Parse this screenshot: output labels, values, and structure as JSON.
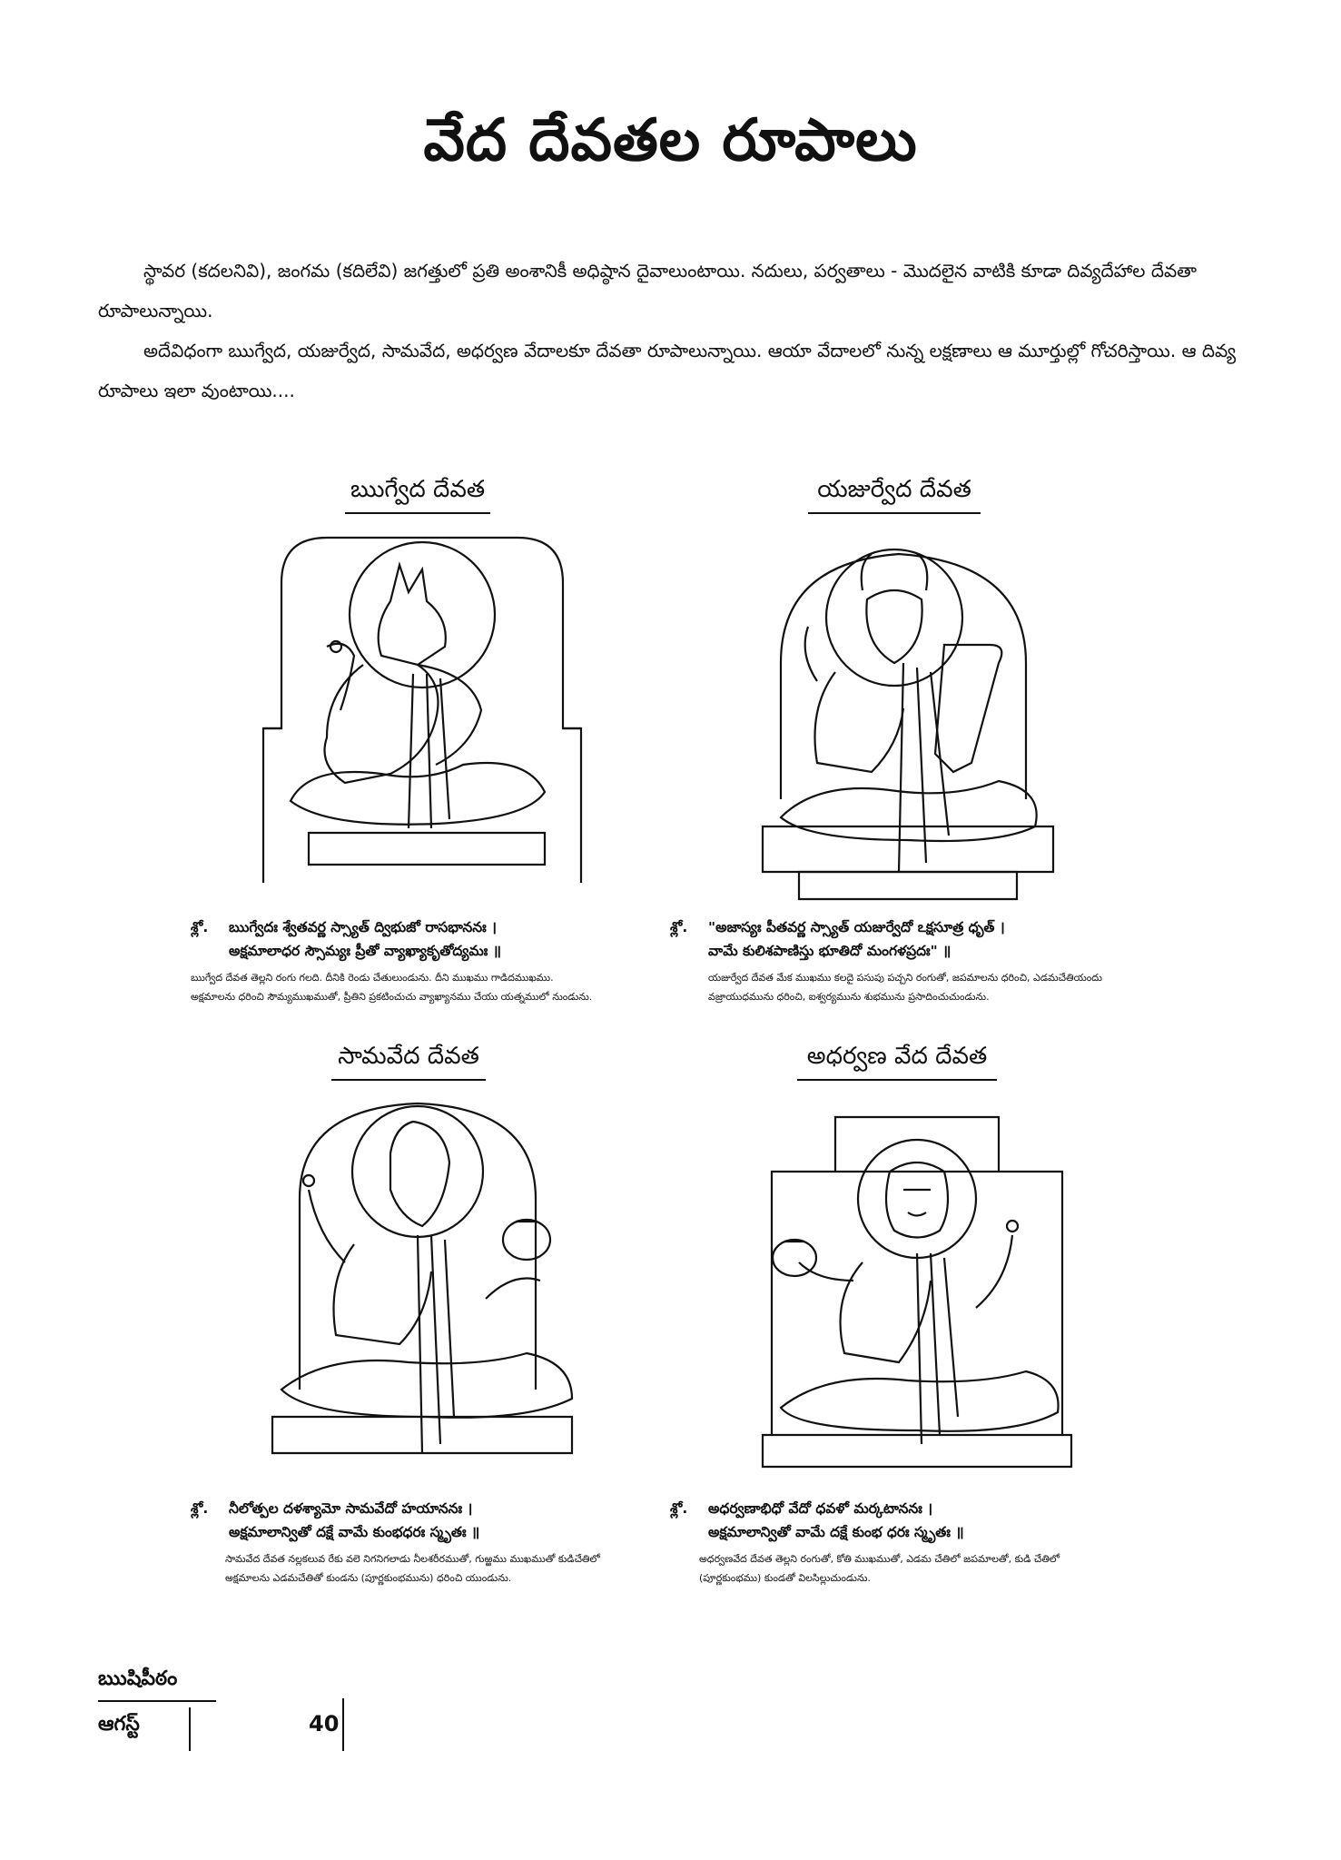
{
  "page_title": "వేద దేవతల రూపాలు",
  "intro": [
    "స్థావర (కదలనివి), జంగమ (కదిలేవి) జగత్తులో ప్రతి అంశానికీ అధిష్ఠాన దైవాలుంటాయి. నదులు, పర్వతాలు - మొదలైన వాటికి కూడా దివ్యదేహాల దేవతా రూపాలున్నాయి.",
    "అదేవిధంగా ఋగ్వేద, యజుర్వేద, సామవేద, అధర్వణ వేదాలకూ దేవతా రూపాలున్నాయి. ఆయా వేదాలలో నున్న లక్షణాలు ఆ మూర్తుల్లో గోచరిస్తాయి. ఆ దివ్య రూపాలు ఇలా వుంటాయి...."
  ],
  "deities": [
    {
      "title": "ఋగ్వేద దేవత",
      "shloka_label": "శ్లో.",
      "shloka_1": "ఋగ్వేదః శ్వేతవర్ణ స్స్యాత్ ద్విభుజో రాసభాననః ।",
      "shloka_2": "అక్షమాలాధర స్సౌమ్యః ప్రీతో వ్యాఖ్యాకృతోద్యమః ॥",
      "meaning_1": "ఋగ్వేద దేవత తెల్లని రంగు గలది. దీనికి రెండు చేతులుండును. దీని ముఖము గాడిదముఖము.",
      "meaning_2": "అక్షమాలను ధరించి సౌమ్యముఖముతో, ప్రీతిని ప్రకటించుచు వ్యాఖ్యానము చేయు యత్నములో నుండును."
    },
    {
      "title": "యజుర్వేద దేవత",
      "shloka_label": "శ్లో.",
      "shloka_1": "\"అజాస్యః పీతవర్ణ స్స్యాత్ యజుర్వేదో ఽక్షసూత్ర ధృత్ ।",
      "shloka_2": "వామే కులిశపాణిస్తు భూతిదో మంగళప్రదః\" ॥",
      "meaning_1": "యజుర్వేద దేవత మేక ముఖము కలదై పసుపు పచ్చని రంగుతో, జపమాలను ధరించి, ఎడమచేతియందు",
      "meaning_2": "వజ్రాయుధమును ధరించి, ఐశ్వర్యమును శుభమును ప్రసాదించుచుండును."
    },
    {
      "title": "సామవేద దేవత",
      "shloka_label": "శ్లో.",
      "shloka_1": "నీలోత్పల దళశ్యామో సామవేదో హయాననః ।",
      "shloka_2": "అక్షమాలాన్వితో దక్షే వామే కుంభధరః స్మృతః ॥",
      "meaning_1": "సామవేద దేవత నల్లకలువ రేకు వలె నిగనిగలాడు నీలశరీరముతో, గుఱ్ఱము ముఖముతో కుడిచేతిలో",
      "meaning_2": "అక్షమాలను ఎడమచేతితో కుండను (పూర్ణకుంభమును) ధరించి యుండును."
    },
    {
      "title": "అధర్వణ వేద దేవత",
      "shloka_label": "శ్లో.",
      "shloka_1": "అధర్వణాభిధో వేదో ధవళో మర్కటాననః ।",
      "shloka_2": "అక్షమాలాన్వితో వామే దక్షే కుంభ ధరః స్మృతః ॥",
      "meaning_1": "అధర్వణవేద దేవత తెల్లని రంగుతో, కోతి ముఖముతో, ఎడమ చేతిలో జపమాలతో, కుడి చేతిలో",
      "meaning_2": "(పూర్ణకుంభము) కుండతో విలసిల్లుచుండును."
    }
  ],
  "footer": {
    "brand": "ఋషిపీఠం",
    "month": "ఆగస్ట్",
    "page_number": "40"
  },
  "icons": [
    "donkey-headed-deity-drawing",
    "goat-headed-deity-drawing",
    "horse-headed-deity-drawing",
    "monkey-headed-deity-drawing"
  ]
}
